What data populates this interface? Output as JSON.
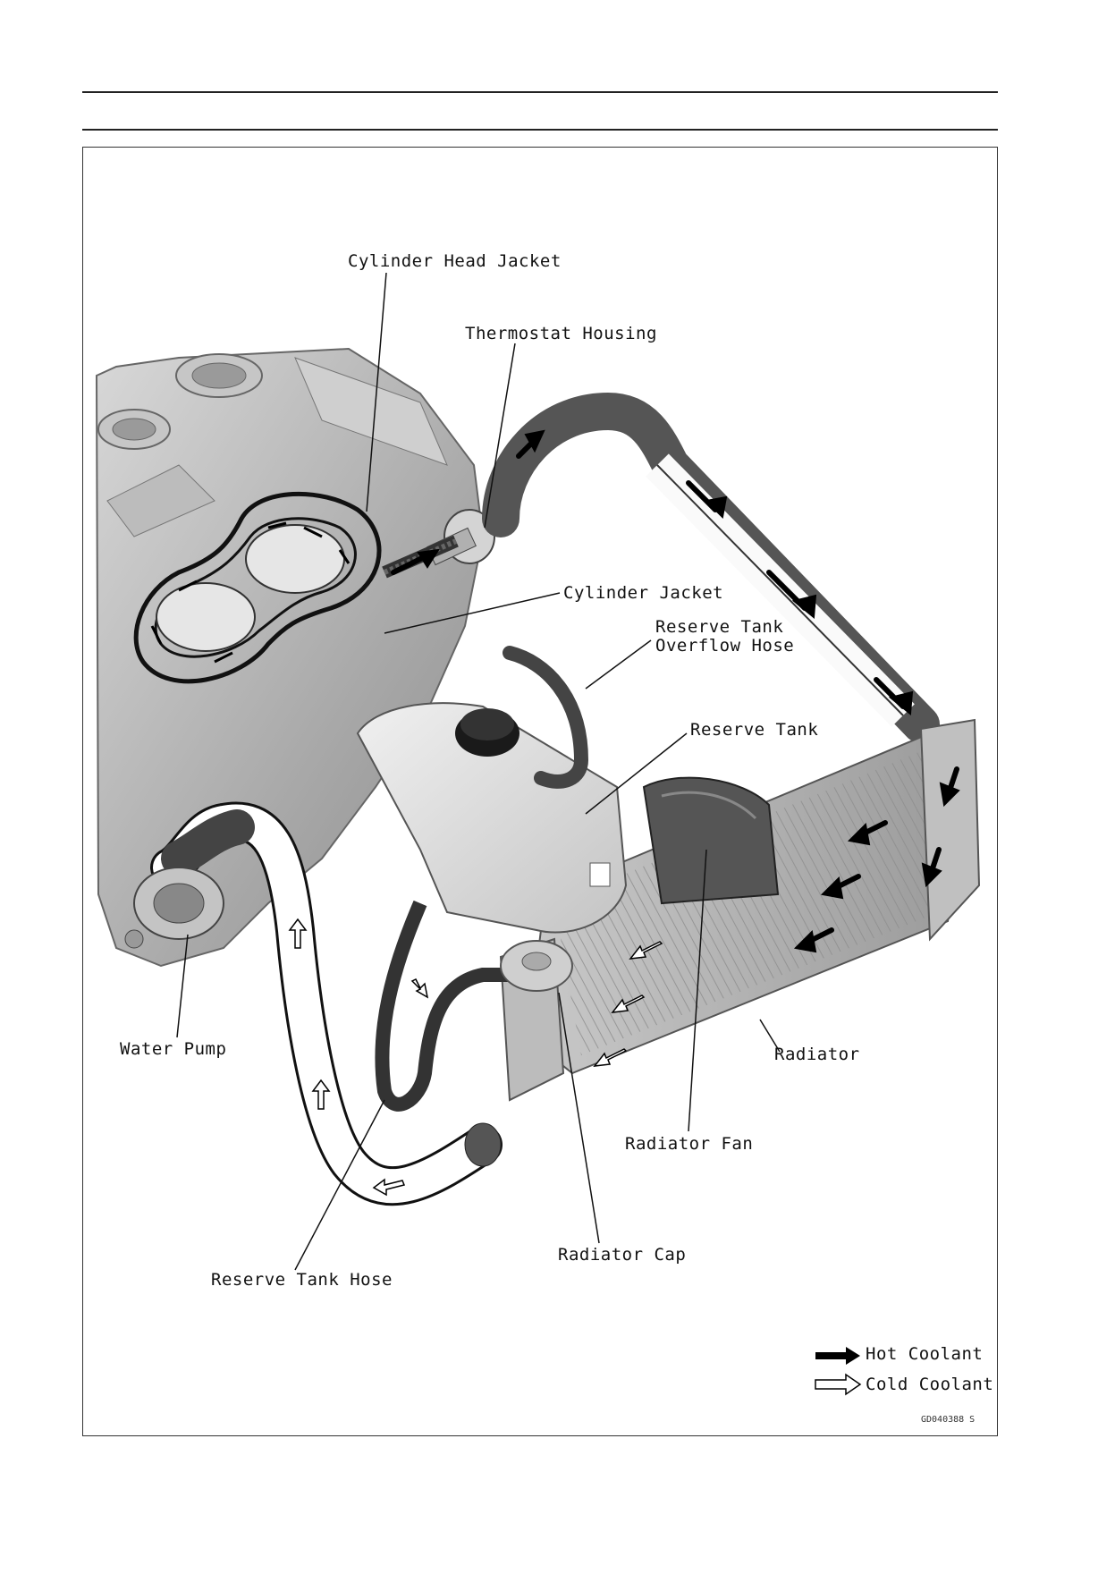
{
  "labels": {
    "cylinder_head_jacket": "Cylinder Head Jacket",
    "thermostat_housing": "Thermostat Housing",
    "cylinder_jacket": "Cylinder Jacket",
    "reserve_tank_overflow_hose_line1": "Reserve Tank",
    "reserve_tank_overflow_hose_line2": "Overflow Hose",
    "reserve_tank": "Reserve Tank",
    "water_pump": "Water Pump",
    "radiator": "Radiator",
    "radiator_fan": "Radiator Fan",
    "radiator_cap": "Radiator Cap",
    "reserve_tank_hose": "Reserve Tank Hose"
  },
  "legend": {
    "hot": "Hot Coolant",
    "cold": "Cold Coolant"
  },
  "figure_code": "GD040388  S",
  "colors": {
    "hot_arrow": "#000000",
    "cold_arrow": "#ffffff",
    "engine_gray": "#b5b5b5",
    "radiator_gray": "#a8a8a8",
    "tank_gray": "#dcdcdc"
  }
}
